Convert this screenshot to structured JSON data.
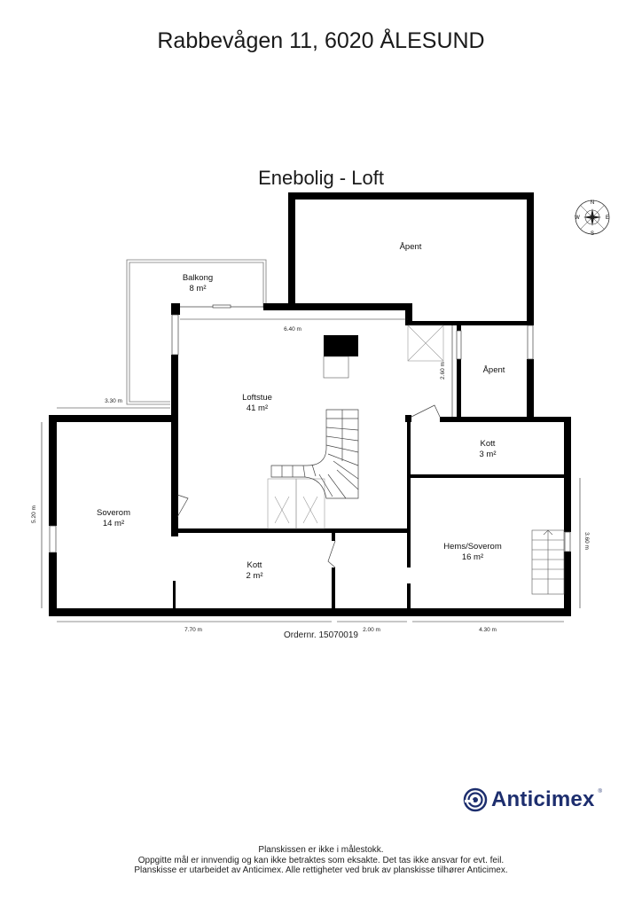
{
  "header": {
    "address": "Rabbevågen 11, 6020 ÅLESUND",
    "plan_title": "Enebolig - Loft"
  },
  "compass": {
    "icon": "compass-rose-icon",
    "labels": {
      "n": "N",
      "e": "E",
      "s": "S",
      "w": "W"
    }
  },
  "rooms": [
    {
      "name": "Åpent",
      "area": ""
    },
    {
      "name": "Balkong",
      "area": "8 m²"
    },
    {
      "name": "Åpent",
      "area": ""
    },
    {
      "name": "Loftstue",
      "area": "41 m²"
    },
    {
      "name": "Kott",
      "area": "3 m²"
    },
    {
      "name": "Soverom",
      "area": "14 m²"
    },
    {
      "name": "Hems/Soverom",
      "area": "16 m²"
    },
    {
      "name": "Kott",
      "area": "2 m²"
    }
  ],
  "dimensions": {
    "loftstue_width": "6.40 m",
    "balkong_width": "3.30 m",
    "apent_height": "2.60 m",
    "soverom_height": "5.20 m",
    "hems_height": "3.60 m",
    "bottom_left": "7.70 m",
    "bottom_mid": "2.00 m",
    "bottom_right": "4.30 m"
  },
  "order_number": "Ordernr. 15070019",
  "logo": {
    "text": "Anticimex",
    "registered": "®",
    "color": "#1d2e6e"
  },
  "disclaimer": [
    "Planskissen er ikke i målestokk.",
    "Oppgitte mål er innvendig og kan ikke betraktes som eksakte. Det tas ikke ansvar for evt. feil.",
    "Planskisse er utarbeidet av Anticimex. Alle rettigheter ved bruk av planskisse tilhører Anticimex."
  ]
}
